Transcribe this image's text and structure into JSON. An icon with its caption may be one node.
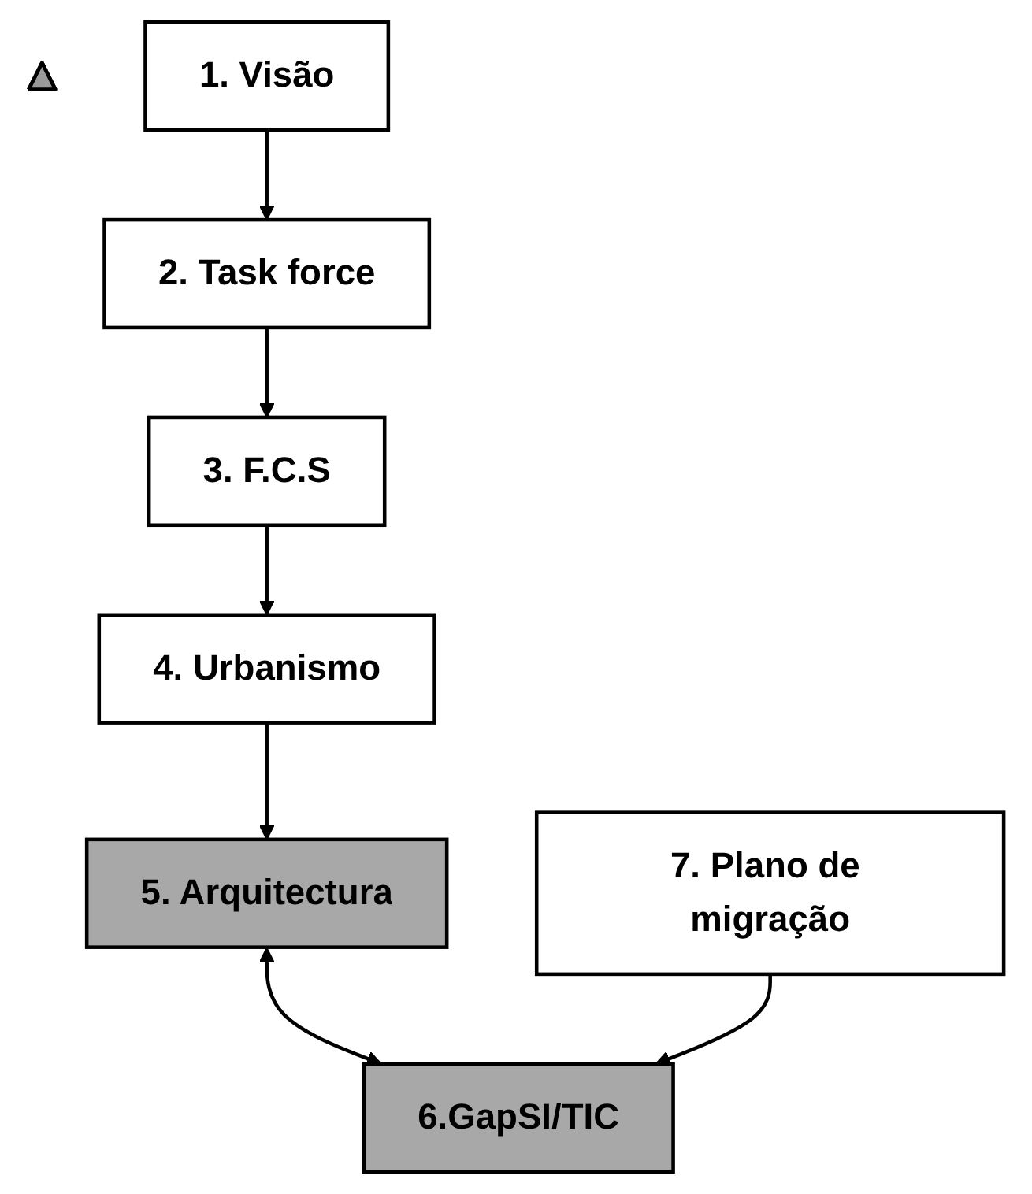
{
  "diagram": {
    "nodes": [
      {
        "text": [],
        "shape": "triangle"
      },
      {
        "text": [
          "1. Visão"
        ]
      },
      {
        "text": [
          "2. Task force"
        ]
      },
      {
        "text": [
          "3. F.C.S"
        ]
      },
      {
        "text": [
          "4. Urbanismo"
        ]
      },
      {
        "text": [
          "5. Arquitectura"
        ]
      },
      {
        "text": [
          "6.GapSI/TIC"
        ]
      },
      {
        "text": [
          "7. Plano de migração"
        ]
      }
    ],
    "edges": [
      {
        "from": 1,
        "to": 2,
        "arrow": "to"
      },
      {
        "from": 2,
        "to": 3,
        "arrow": "to"
      },
      {
        "from": 3,
        "to": 4,
        "arrow": "to"
      },
      {
        "from": 4,
        "to": 5,
        "arrow": "to"
      },
      {
        "from": 5,
        "to": 6,
        "arrow": "both"
      },
      {
        "from": 7,
        "to": 6,
        "arrow": "to"
      }
    ]
  }
}
